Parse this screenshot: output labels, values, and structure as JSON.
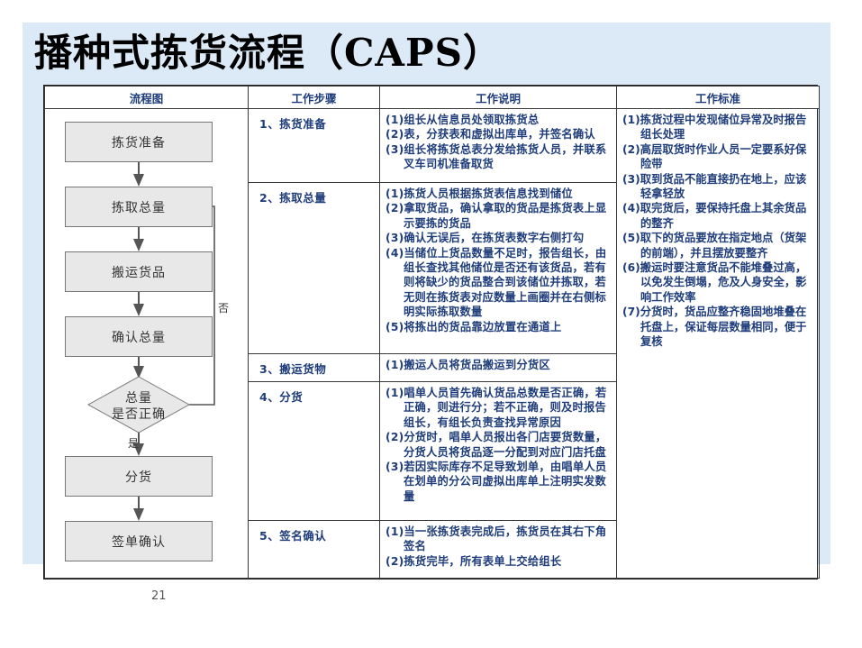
{
  "slide": {
    "title": "播种式拣货流程（CAPS）",
    "page_number": "21",
    "band_color": "#dceaf7",
    "header_text_color": "#1f3d7a",
    "node_fill": "#e8e8e8"
  },
  "table": {
    "headers": {
      "flowchart": "流程图",
      "steps": "工作步骤",
      "description": "工作说明",
      "standard": "工作标准"
    },
    "rows": [
      {
        "step": "1、拣货准备",
        "items": [
          "(1)组长从信息员处领取拣货总",
          "(2)表，分获表和虚拟出库单，并签名确认",
          "(3)组长将拣货总表分发给拣货人员，并联系叉车司机准备取货"
        ]
      },
      {
        "step": "2、拣取总量",
        "items": [
          "(1)拣货人员根据拣货表信息找到储位",
          "(2)拿取货品，确认拿取的货品是拣货表上显示要拣的货品",
          "(3)确认无误后，在拣货表数字右侧打勾",
          "(4)当储位上货品数量不足时，报告组长，由组长查找其他储位是否还有该货品，若有则将缺少的货品整合到该储位并拣取，若无则在拣货表对应数量上画圈并在右侧标明实际拣取数量",
          "(5)将拣出的货品靠边放置在通道上"
        ]
      },
      {
        "step": "3、搬运货物",
        "items": [
          "(1)搬运人员将货品搬运到分货区"
        ]
      },
      {
        "step": "4、分货",
        "items": [
          "(1)唱单人员首先确认货品总数是否正确，若正确，则进行分；若不正确，则及时报告组长，有组长负责查找异常原因",
          "(2)分货时，唱单人员报出各门店要货数量，分货人员将货品逐一分配到对应门店托盘",
          "(3)若因实际库存不足导致划单，由唱单人员在划单的分公司虚拟出库单上注明实发数量"
        ]
      },
      {
        "step": "5、签名确认",
        "items": [
          "(1)当一张拣货表完成后，拣货员在其右下角签名",
          "(2)拣货完毕，所有表单上交给组长"
        ]
      }
    ],
    "standards": [
      "(1)拣货过程中发现储位异常及时报告组长处理",
      "(2)高层取货时作业人员一定要系好保险带",
      "(3)取到货品不能直接扔在地上，应该轻拿轻放",
      "(4)取完货后，要保持托盘上其余货品的整齐",
      "(5)取下的货品要放在指定地点（货架的前端），并且摆放要整齐",
      "(6)搬运时要注意货品不能堆叠过高，以免发生倒塌，危及人身安全，影响工作效率",
      "(7)分货时，货品应整齐稳固地堆叠在托盘上，保证每层数量相同，便于复核"
    ]
  },
  "flowchart": {
    "nodes": [
      {
        "id": "prep",
        "label": "拣货准备"
      },
      {
        "id": "pick",
        "label": "拣取总量"
      },
      {
        "id": "move",
        "label": "搬运货品"
      },
      {
        "id": "confirm",
        "label": "确认总量"
      },
      {
        "id": "split",
        "label": "分货"
      },
      {
        "id": "sign",
        "label": "签单确认"
      }
    ],
    "decision": {
      "line1": "总量",
      "line2": "是否正确"
    },
    "edge_labels": {
      "no": "否",
      "yes": "是"
    }
  }
}
